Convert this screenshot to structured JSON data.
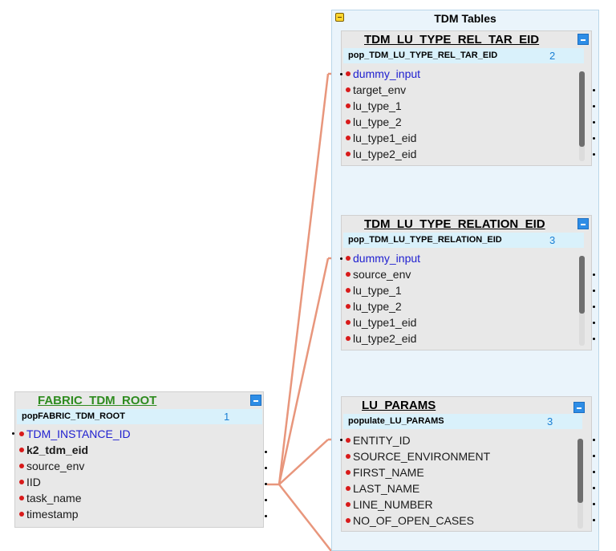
{
  "group": {
    "title": "TDM Tables"
  },
  "tables": {
    "rel_tar": {
      "title": "TDM_LU_TYPE_REL_TAR_EID",
      "sub_name": "pop_TDM_LU_TYPE_REL_TAR_EID",
      "sub_count": "2",
      "fields": [
        "dummy_input",
        "target_env",
        "lu_type_1",
        "lu_type_2",
        "lu_type1_eid",
        "lu_type2_eid"
      ]
    },
    "relation": {
      "title": "TDM_LU_TYPE_RELATION_EID",
      "sub_name": "pop_TDM_LU_TYPE_RELATION_EID",
      "sub_count": "3",
      "fields": [
        "dummy_input",
        "source_env",
        "lu_type_1",
        "lu_type_2",
        "lu_type1_eid",
        "lu_type2_eid"
      ]
    },
    "lu_params": {
      "title": "LU_PARAMS",
      "sub_name": "populate_LU_PARAMS",
      "sub_count": "3",
      "fields": [
        "ENTITY_ID",
        "SOURCE_ENVIRONMENT",
        "FIRST_NAME",
        "LAST_NAME",
        "LINE_NUMBER",
        "NO_OF_OPEN_CASES"
      ]
    },
    "fabric_root": {
      "title": "FABRIC_TDM_ROOT",
      "sub_name": "popFABRIC_TDM_ROOT",
      "sub_count": "1",
      "fields": [
        "TDM_INSTANCE_ID",
        "k2_tdm_eid",
        "source_env",
        "IID",
        "task_name",
        "timestamp"
      ]
    }
  },
  "colors": {
    "link": "#e8967c",
    "field_dot": "#d81a1a",
    "input_field": "#2020d0",
    "root_title": "#2e8b1f",
    "count": "#1a7fd4",
    "group_bg": "#eaf4fb"
  },
  "icons": [
    "collapse-group-icon",
    "collapse-node-icon",
    "input-port-icon",
    "output-port-icon"
  ]
}
